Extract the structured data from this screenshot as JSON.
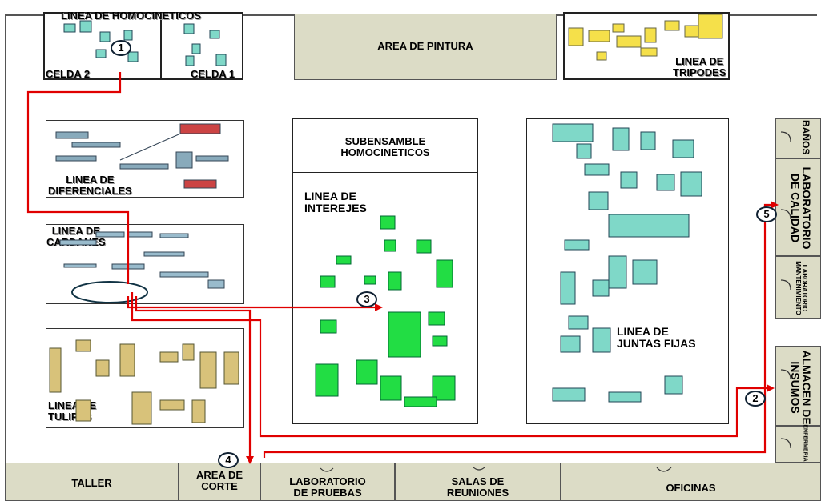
{
  "top": {
    "homoc_title": "LINEA DE HOMOCINETICOS",
    "celda2": "CELDA 2",
    "celda1": "CELDA 1",
    "pintura": "AREA DE PINTURA",
    "tripodes": "LINEA DE\nTRIPODES"
  },
  "left": {
    "diferenciales": "LINEA DE\nDIFERENCIALES",
    "cardanes": "LINEA DE\nCARDANES",
    "tulipas": "LINEA DE\nTULIPAS"
  },
  "center": {
    "subensamble": "SUBENSAMBLE\nHOMOCINETICOS",
    "interejes": "LINEA DE\nINTEREJES",
    "juntas": "LINEA DE\nJUNTAS FIJAS"
  },
  "right_rooms": {
    "banos": "BAÑOS",
    "calidad": "LABORATORIO\nDE CALIDAD",
    "mantenimiento": "LABORATORIO\nMANTENIMIENTO",
    "almacen": "ALMACEN DE\nINSUMOS",
    "enfermeria": "ENFERMERIA"
  },
  "bottom_rooms": {
    "taller": "TALLER",
    "corte": "AREA DE\nCORTE",
    "lab_pruebas": "LABORATORIO\nDE PRUEBAS",
    "salas": "SALAS DE\nREUNIONES",
    "oficinas": "OFICINAS"
  },
  "markers": [
    "1",
    "2",
    "3",
    "4",
    "5"
  ],
  "colors": {
    "route": "#e00000",
    "room_fill": "#dcdcc6",
    "machine_green": "#22dd44",
    "machine_teal": "#7fd8c8",
    "machine_tan": "#d8c27a",
    "machine_yellow": "#f5e04a"
  }
}
